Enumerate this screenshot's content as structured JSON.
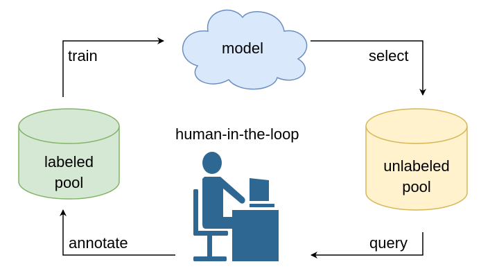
{
  "title": "human-in-the-loop",
  "nodes": {
    "model": {
      "label": "model",
      "fill": "#dae8fc",
      "stroke": "#6c8ebf"
    },
    "labeled_pool": {
      "line1": "labeled",
      "line2": "pool",
      "fill": "#d5e8d4",
      "stroke": "#82b366"
    },
    "unlabeled_pool": {
      "line1": "unlabeled",
      "line2": "pool",
      "fill": "#fff2cc",
      "stroke": "#d6b656"
    },
    "human": {
      "label": "human-in-the-loop",
      "icon": "person-at-computer-icon",
      "color": "#2e6892"
    }
  },
  "edges": {
    "train": "train",
    "select": "select",
    "query": "query",
    "annotate": "annotate"
  }
}
